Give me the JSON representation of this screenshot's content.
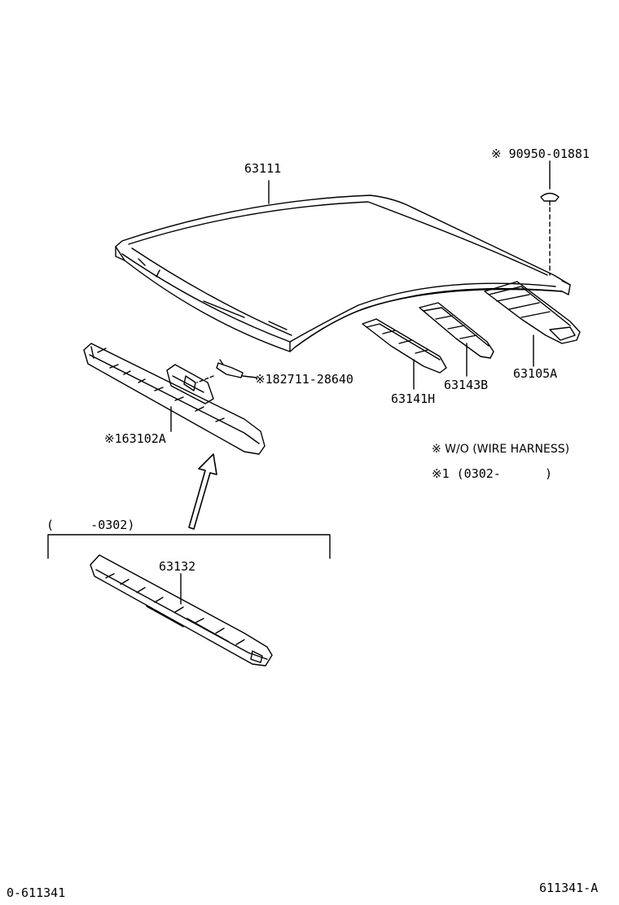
{
  "parts": {
    "roof_panel": "63111",
    "roof_clip": "※ 90950-01881",
    "roof_bow_rear": "63105A",
    "roof_bow_center": "63143B",
    "roof_bow_front_mid": "63141H",
    "front_header": "※163102A",
    "header_bracket": "※182711-28640",
    "front_header_old": "63132"
  },
  "range_old": "(     -0302)",
  "notes": {
    "note1": "※ W/O (WIRE HARNESS)",
    "note2": "※1 (0302-      )"
  },
  "footer": {
    "left_code": "0-611341",
    "right_code": "611341-A"
  }
}
